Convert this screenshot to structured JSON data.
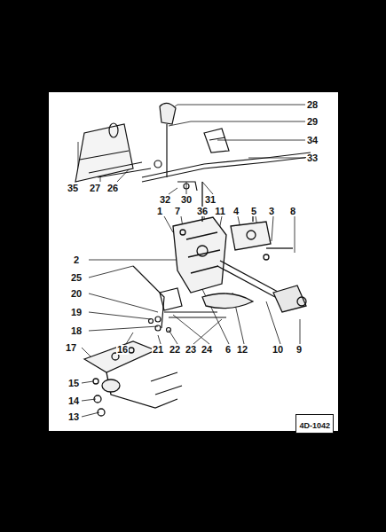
{
  "diagram": {
    "nodes": [
      {
        "text": [
          "4D-1042"
        ]
      }
    ],
    "edges": [],
    "labels": [
      "28",
      "29",
      "34",
      "33",
      "35",
      "27",
      "26",
      "32",
      "30",
      "31",
      "1",
      "7",
      "36",
      "11",
      "4",
      "5",
      "3",
      "8",
      "2",
      "25",
      "20",
      "19",
      "18",
      "17",
      "16",
      "21",
      "22",
      "23",
      "24",
      "6",
      "12",
      "10",
      "9",
      "15",
      "14",
      "13"
    ]
  }
}
